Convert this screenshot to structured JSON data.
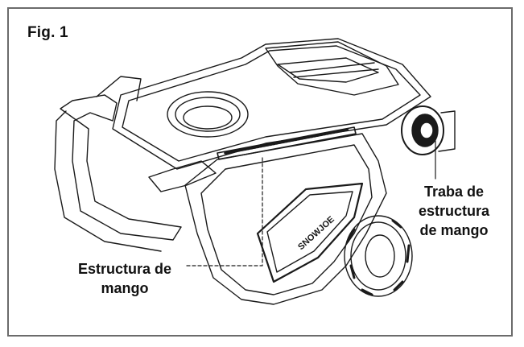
{
  "figure": {
    "title": "Fig. 1"
  },
  "callouts": {
    "handle_lock": {
      "line1": "Traba de",
      "line2": "estructura",
      "line3": "de mango"
    },
    "handle_frame": {
      "line1": "Estructura de",
      "line2": "mango"
    }
  },
  "product": {
    "brand_marking": "SNOWJOE"
  },
  "colors": {
    "frame_border": "#6b6b6b",
    "ink": "#111111"
  }
}
